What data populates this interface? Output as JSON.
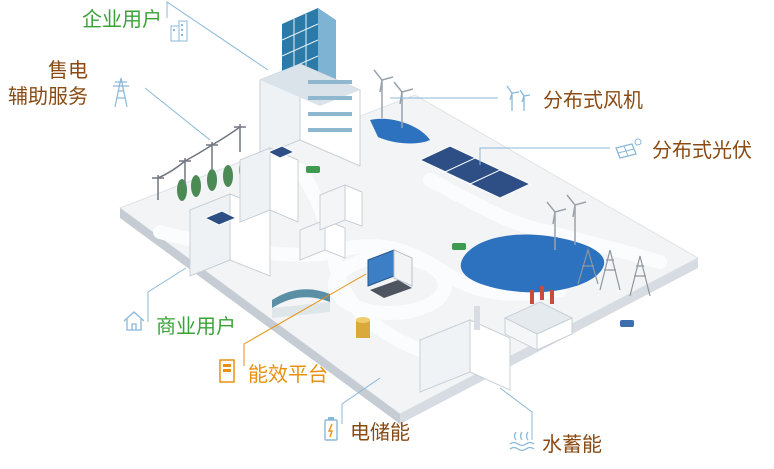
{
  "labels": {
    "enterprise_users": "企业用户",
    "power_sales": "售电",
    "ancillary_services": "辅助服务",
    "distributed_wind": "分布式风机",
    "distributed_pv": "分布式光伏",
    "commercial_users": "商业用户",
    "energy_platform": "能效平台",
    "battery_storage": "电储能",
    "thermal_storage": "水蓄能"
  },
  "colors": {
    "green": "#3aa337",
    "brown": "#8a4a12",
    "orange": "#e89011",
    "leader": "#8ab8d8",
    "ground": "#eef1f4",
    "road": "#f8fafb",
    "water": "#2d72bf",
    "glass": "#2b7aa8"
  },
  "icons": [
    "building-icon",
    "power-pylon-icon",
    "wind-turbine-icon",
    "solar-panel-icon",
    "house-icon",
    "cabinet-icon",
    "battery-icon",
    "water-heat-icon"
  ]
}
